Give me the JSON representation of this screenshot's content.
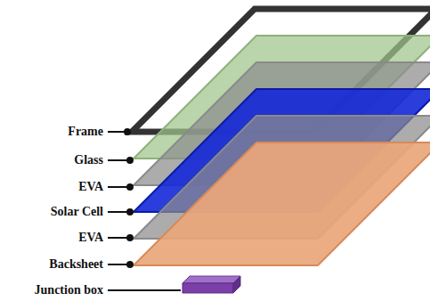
{
  "diagram": {
    "labels": [
      "Frame",
      "Glass",
      "EVA",
      "Solar Cell",
      "EVA",
      "Backsheet",
      "Junction box"
    ]
  }
}
